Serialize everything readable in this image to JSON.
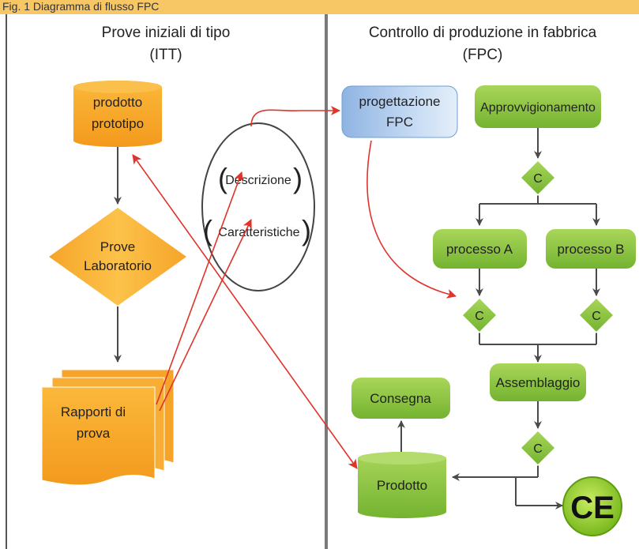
{
  "header": {
    "title": "Fig. 1 Diagramma di flusso FPC"
  },
  "left_panel": {
    "title_line1": "Prove iniziali di tipo",
    "title_line2": "(ITT)",
    "prototype_line1": "prodotto",
    "prototype_line2": "prototipo",
    "lab_line1": "Prove",
    "lab_line2": "Laboratorio",
    "reports_line1": "Rapporti di",
    "reports_line2": "prova"
  },
  "ellipse": {
    "item1": "Descrizione",
    "item2": "Caratteristiche"
  },
  "right_panel": {
    "title_line1": "Controllo di produzione in fabbrica",
    "title_line2": "(FPC)",
    "design_line1": "progettazione",
    "design_line2": "FPC",
    "procurement": "Approvvigionamento",
    "check_label": "C",
    "process_a": "processo A",
    "process_b": "processo B",
    "assembly": "Assemblaggio",
    "delivery": "Consegna",
    "product": "Prodotto",
    "ce_mark": "CE"
  },
  "colors": {
    "header_bg": "#f7c766",
    "orange": "#f5a623",
    "green": "#8cc63f",
    "blue": "#a7c6ea",
    "red_arrow": "#e0332a",
    "divider": "#7a7a7a"
  }
}
